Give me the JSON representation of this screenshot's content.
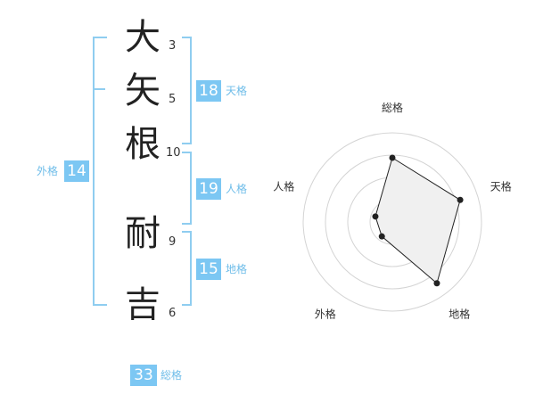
{
  "name_chars": [
    {
      "char": "大",
      "strokes": "3"
    },
    {
      "char": "矢",
      "strokes": "5"
    },
    {
      "char": "根",
      "strokes": "10"
    },
    {
      "char": "耐",
      "strokes": "9"
    },
    {
      "char": "吉",
      "strokes": "6"
    }
  ],
  "fortunes": {
    "tenkaku": {
      "value": "18",
      "label": "天格"
    },
    "jinkaku": {
      "value": "19",
      "label": "人格"
    },
    "chikaku": {
      "value": "15",
      "label": "地格"
    },
    "gaikaku": {
      "value": "14",
      "label": "外格"
    },
    "soukaku": {
      "value": "33",
      "label": "総格"
    }
  },
  "chart_data": {
    "type": "radar",
    "axes": [
      "総格",
      "天格",
      "地格",
      "外格",
      "人格"
    ],
    "values": [
      0.72,
      0.8,
      0.85,
      0.2,
      0.2
    ],
    "rings": 4,
    "fill_color": "#f0f0f0",
    "line_color": "#222222"
  },
  "colors": {
    "accent": "#7cc7f3",
    "bracket": "#8fcdf0"
  }
}
